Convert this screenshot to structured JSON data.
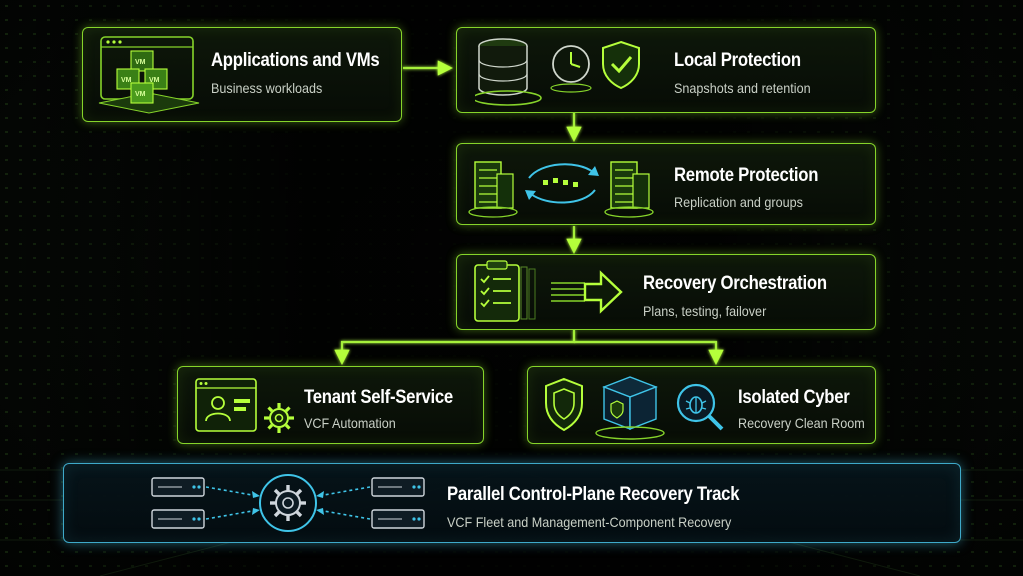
{
  "colors": {
    "accent": "#86d42a",
    "accent_bright": "#b5ff3b",
    "cyan": "#3fc4e8",
    "background": "#050805"
  },
  "nodes": {
    "apps": {
      "title": "Applications and VMs",
      "subtitle": "Business workloads",
      "icon_label": "VM"
    },
    "local": {
      "title": "Local Protection",
      "subtitle": "Snapshots and retention"
    },
    "remote": {
      "title": "Remote Protection",
      "subtitle": "Replication and groups"
    },
    "orchestration": {
      "title": "Recovery Orchestration",
      "subtitle": "Plans, testing, failover"
    },
    "tenant": {
      "title": "Tenant Self-Service",
      "subtitle": "VCF Automation"
    },
    "cyber": {
      "title": "Isolated Cyber",
      "subtitle": "Recovery Clean Room"
    },
    "control_plane": {
      "title": "Parallel Control-Plane Recovery Track",
      "subtitle": "VCF Fleet and Management-Component Recovery"
    }
  },
  "icons": [
    "vm-cube-stack-icon",
    "database-icon",
    "clock-icon",
    "shield-check-icon",
    "building-icon",
    "sync-arrows-icon",
    "clipboard-checklist-icon",
    "right-arrow-icon",
    "browser-user-icon",
    "gear-icon",
    "shield-icon",
    "secure-box-icon",
    "bug-magnifier-icon",
    "server-icon",
    "gear-hub-icon"
  ]
}
